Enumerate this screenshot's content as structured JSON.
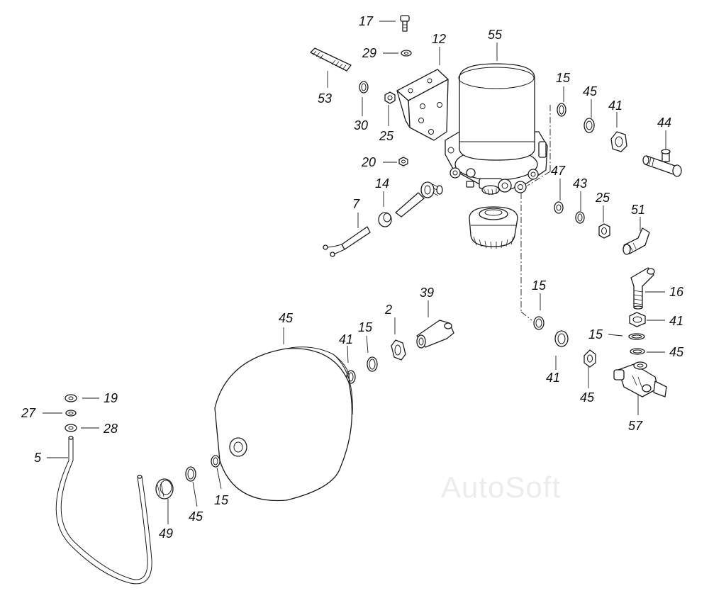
{
  "watermark": "AutoSoft",
  "callouts": [
    {
      "id": "c17a",
      "text": "17"
    },
    {
      "id": "c29",
      "text": "29"
    },
    {
      "id": "c12",
      "text": "12"
    },
    {
      "id": "c55",
      "text": "55"
    },
    {
      "id": "c53",
      "text": "53"
    },
    {
      "id": "c30",
      "text": "30"
    },
    {
      "id": "c25a",
      "text": "25"
    },
    {
      "id": "c20",
      "text": "20"
    },
    {
      "id": "c15a",
      "text": "15"
    },
    {
      "id": "c45a",
      "text": "45"
    },
    {
      "id": "c41a",
      "text": "41"
    },
    {
      "id": "c44",
      "text": "44"
    },
    {
      "id": "c14",
      "text": "14"
    },
    {
      "id": "c7",
      "text": "7"
    },
    {
      "id": "c47",
      "text": "47"
    },
    {
      "id": "c43",
      "text": "43"
    },
    {
      "id": "c25b",
      "text": "25"
    },
    {
      "id": "c51",
      "text": "51"
    },
    {
      "id": "c15b",
      "text": "15"
    },
    {
      "id": "c16",
      "text": "16"
    },
    {
      "id": "c39",
      "text": "39"
    },
    {
      "id": "c41b",
      "text": "41"
    },
    {
      "id": "c2",
      "text": "2"
    },
    {
      "id": "c45b",
      "text": "45"
    },
    {
      "id": "c15c",
      "text": "15"
    },
    {
      "id": "c41c",
      "text": "41"
    },
    {
      "id": "c45c",
      "text": "45"
    },
    {
      "id": "c15d",
      "text": "15"
    },
    {
      "id": "c45d",
      "text": "45"
    },
    {
      "id": "c41d",
      "text": "41"
    },
    {
      "id": "c57",
      "text": "57"
    },
    {
      "id": "c19",
      "text": "19"
    },
    {
      "id": "c27",
      "text": "27"
    },
    {
      "id": "c28",
      "text": "28"
    },
    {
      "id": "c5",
      "text": "5"
    },
    {
      "id": "c45e",
      "text": "45"
    },
    {
      "id": "c15e",
      "text": "15"
    },
    {
      "id": "c49",
      "text": "49"
    }
  ]
}
